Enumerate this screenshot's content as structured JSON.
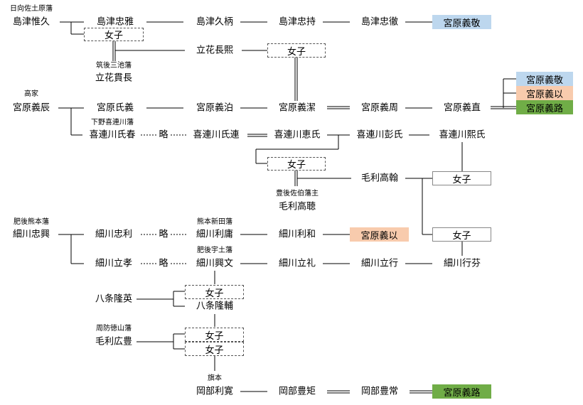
{
  "nodes": {
    "shimazu_koreyuki": {
      "label": "島津惟久",
      "anno": "日向佐土原藩"
    },
    "shimazu_tadamasa": {
      "label": "島津忠雅"
    },
    "shimazu_hisatsuka": {
      "label": "島津久柄"
    },
    "shimazu_tadamochi": {
      "label": "島津忠持"
    },
    "shimazu_tadatetsu": {
      "label": "島津忠徹"
    },
    "joshi_1": {
      "label": "女子"
    },
    "tachibana_nagahiro": {
      "label": "立花長熙"
    },
    "joshi_2": {
      "label": "女子"
    },
    "tachibana_sadanaga": {
      "label": "立花貫長",
      "anno": "筑後三池藩"
    },
    "miyahara_yoshitoki": {
      "label": "宮原義辰",
      "anno": "高家"
    },
    "miyahara_ujiyoshi": {
      "label": "宮原氏義"
    },
    "miyahara_yoshikatsu": {
      "label": "宮原義泊"
    },
    "miyahara_yoshikiyo": {
      "label": "宮原義潔"
    },
    "miyahara_yoshichika": {
      "label": "宮原義周"
    },
    "miyahara_yoshinao": {
      "label": "宮原義直"
    },
    "kitsuregawa_ujiharu": {
      "label": "喜連川氏春",
      "anno": "下野喜連川藩"
    },
    "kitsuregawa_ujitsura": {
      "label": "喜連川氏連"
    },
    "kitsuregawa_keiji": {
      "label": "喜連川恵氏"
    },
    "kitsuregawa_hikouji": {
      "label": "喜連川彭氏"
    },
    "kitsuregawa_hirouji": {
      "label": "喜連川熙氏"
    },
    "joshi_3": {
      "label": "女子"
    },
    "mori_takamoto": {
      "label": "毛利高翰"
    },
    "joshi_4": {
      "label": "女子"
    },
    "mori_takakiku": {
      "label": "毛利高聴",
      "anno": "豊後佐伯藩主"
    },
    "hosokawa_tadaoki": {
      "label": "細川忠興",
      "anno": "肥後熊本藩"
    },
    "hosokawa_tadatoshi": {
      "label": "細川忠利"
    },
    "hosokawa_toshitsune": {
      "label": "細川利庸",
      "anno": "熊本新田藩"
    },
    "hosokawa_toshikazu": {
      "label": "細川利和"
    },
    "joshi_5": {
      "label": "女子"
    },
    "hosokawa_tatsutaka": {
      "label": "細川立孝"
    },
    "hosokawa_okifumi": {
      "label": "細川興文",
      "anno": "肥後宇土藩"
    },
    "hosokawa_tatsuyoshi": {
      "label": "細川立礼"
    },
    "hosokawa_tatsuyuki": {
      "label": "細川立行"
    },
    "hosokawa_yukika": {
      "label": "細川行芬"
    },
    "hachijo_takahide": {
      "label": "八条隆英"
    },
    "joshi_6": {
      "label": "女子"
    },
    "hachijo_takasuke": {
      "label": "八条隆輔"
    },
    "mori_hirotoyo": {
      "label": "毛利広豊",
      "anno": "周防徳山藩"
    },
    "joshi_7": {
      "label": "女子"
    },
    "joshi_8": {
      "label": "女子"
    },
    "okabe_toshihiro": {
      "label": "岡部利寛",
      "anno": "旗本"
    },
    "okabe_toyonori": {
      "label": "岡部豊矩"
    },
    "okabe_toyotsune": {
      "label": "岡部豊常"
    }
  },
  "ryaku": "略",
  "highlights": {
    "miyahara_yoshitaka_top": {
      "label": "宮原義敬",
      "color": "#bdd7ee"
    },
    "miyahara_yoshitaka_right": {
      "label": "宮原義敬",
      "color": "#bdd7ee"
    },
    "miyahara_yoshimochi_right": {
      "label": "宮原義以",
      "color": "#f8cbad"
    },
    "miyahara_yoshimichi_right": {
      "label": "宮原義路",
      "color": "#70ad47"
    },
    "miyahara_yoshimochi_hosokawa": {
      "label": "宮原義以",
      "color": "#f8cbad"
    },
    "miyahara_yoshimichi_bottom": {
      "label": "宮原義路",
      "color": "#70ad47"
    }
  }
}
